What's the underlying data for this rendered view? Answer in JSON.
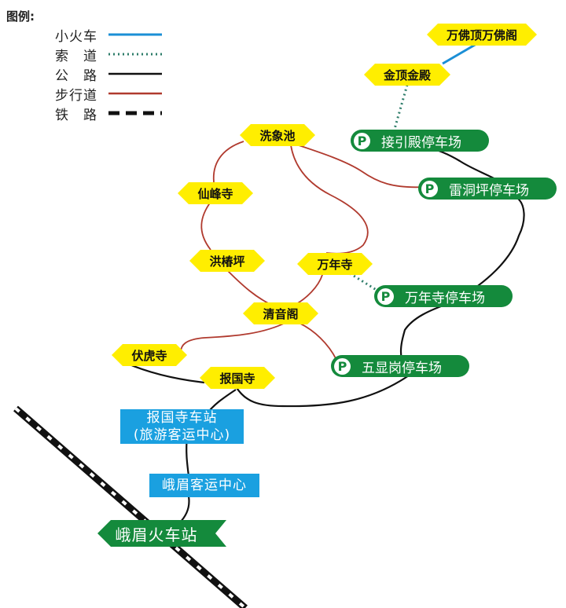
{
  "legend": {
    "title": "图例:",
    "items": [
      {
        "label": "小火车",
        "style": "solid",
        "color": "#1b8fd6"
      },
      {
        "label": "索　道",
        "style": "dotted",
        "color": "#2e7d6a"
      },
      {
        "label": "公　路",
        "style": "solid",
        "color": "#111111"
      },
      {
        "label": "步行道",
        "style": "solid",
        "color": "#b03a2e"
      },
      {
        "label": "铁　路",
        "style": "dashed",
        "color": "#111111"
      }
    ]
  },
  "attractions": {
    "wanfoding": "万佛顶万佛阁",
    "jinding": "金顶金殿",
    "xixiangchi": "洗象池",
    "xianfengsi": "仙峰寺",
    "hongchunping": "洪椿坪",
    "wanniansi": "万年寺",
    "qingyinge": "清音阁",
    "fuhusi": "伏虎寺",
    "baoguosi": "报国寺"
  },
  "parking": {
    "jieyindian": "接引殿停车场",
    "leidongping": "雷洞坪停车场",
    "wanniansi": "万年寺停车场",
    "wuxiangang": "五显岗停车场",
    "p_symbol": "P"
  },
  "stations": {
    "baoguosi_line1": "报国寺车站",
    "baoguosi_line2": "(旅游客运中心)",
    "emei_bus": "峨眉客运中心",
    "emei_train": "峨眉火车站"
  },
  "colors": {
    "attraction_fill": "#ffee00",
    "parking_fill": "#148a3c",
    "station_fill": "#1aa0e0",
    "trail": "#b03a2e",
    "road": "#111111",
    "minitrain": "#1b8fd6",
    "cableway": "#2e7d6a"
  }
}
